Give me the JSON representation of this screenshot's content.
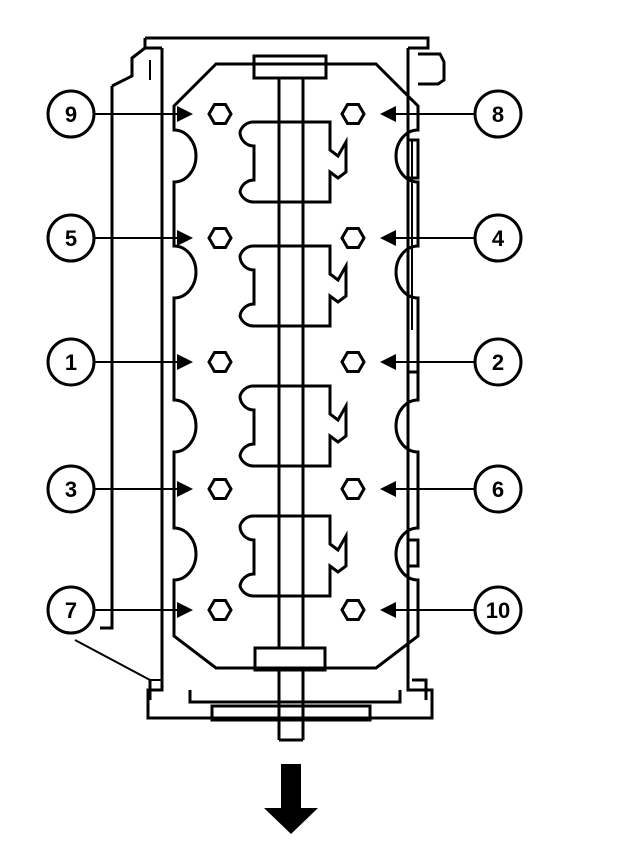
{
  "diagram": {
    "colors": {
      "ink": "#000000",
      "paper": "#ffffff"
    },
    "bolts": [
      {
        "id": 9,
        "label": "9",
        "side": "left"
      },
      {
        "id": 8,
        "label": "8",
        "side": "right"
      },
      {
        "id": 5,
        "label": "5",
        "side": "left"
      },
      {
        "id": 4,
        "label": "4",
        "side": "right"
      },
      {
        "id": 1,
        "label": "1",
        "side": "left"
      },
      {
        "id": 2,
        "label": "2",
        "side": "right"
      },
      {
        "id": 3,
        "label": "3",
        "side": "left"
      },
      {
        "id": 6,
        "label": "6",
        "side": "right"
      },
      {
        "id": 7,
        "label": "7",
        "side": "left"
      },
      {
        "id": 10,
        "label": "10",
        "side": "right"
      }
    ],
    "direction_arrow": {
      "icon": "down-arrow-icon"
    }
  }
}
